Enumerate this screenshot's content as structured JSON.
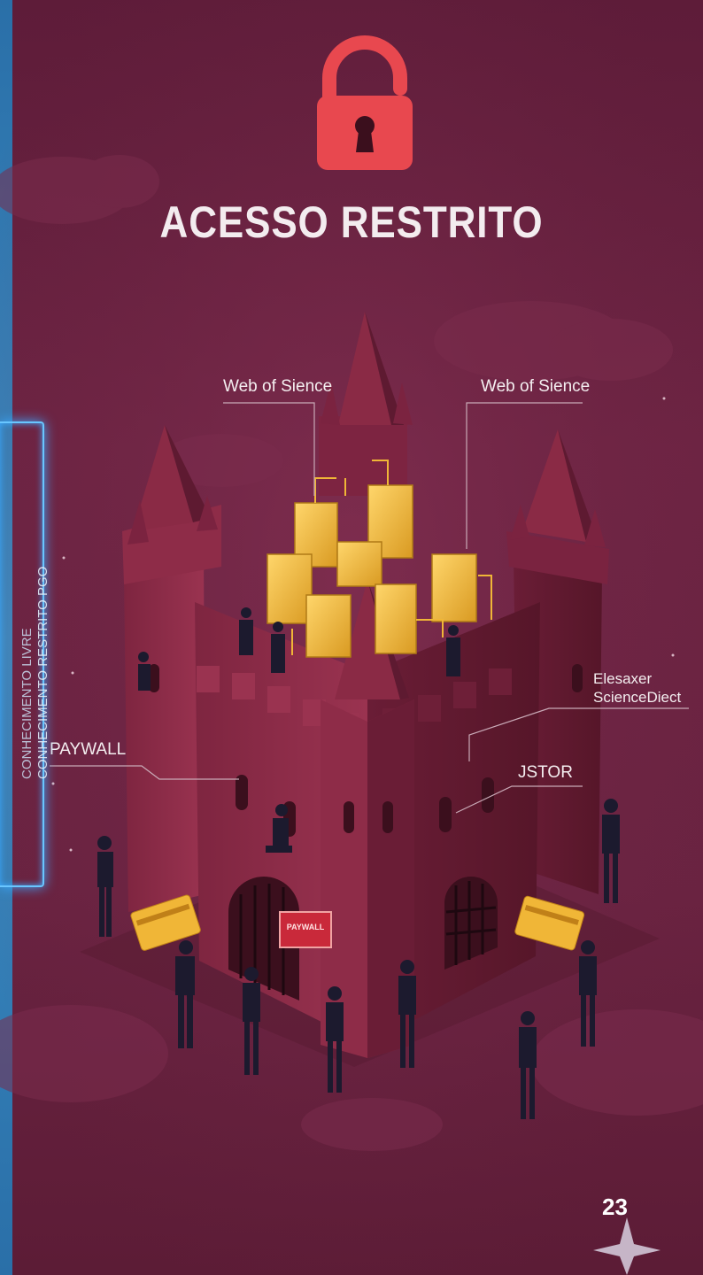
{
  "title": "ACESSO RESTRITO",
  "labels": {
    "web_of_science_left": "Web of Sience",
    "web_of_science_right": "Web of Sience",
    "elsevier_line1": "Elesaxer",
    "elsevier_line2": "ScienceDiect",
    "paywall": "PAYWALL",
    "jstor": "JSTOR",
    "gate_sign": "PAYWALL"
  },
  "side_panel": {
    "text_line1": "CONHECIMENTO LIVRE",
    "text_line2": "CONHECIMENTO RESTRITO PGO"
  },
  "page_number": "23",
  "icons": [
    "open-padlock-icon",
    "sparkle-icon",
    "credit-card-icon"
  ],
  "colors": {
    "background": "#6a2341",
    "castle": "#8a2a45",
    "castle_dark": "#5a1830",
    "padlock": "#e8484f",
    "gold": "#f0b637",
    "neon_panel": "#69c6ff"
  }
}
